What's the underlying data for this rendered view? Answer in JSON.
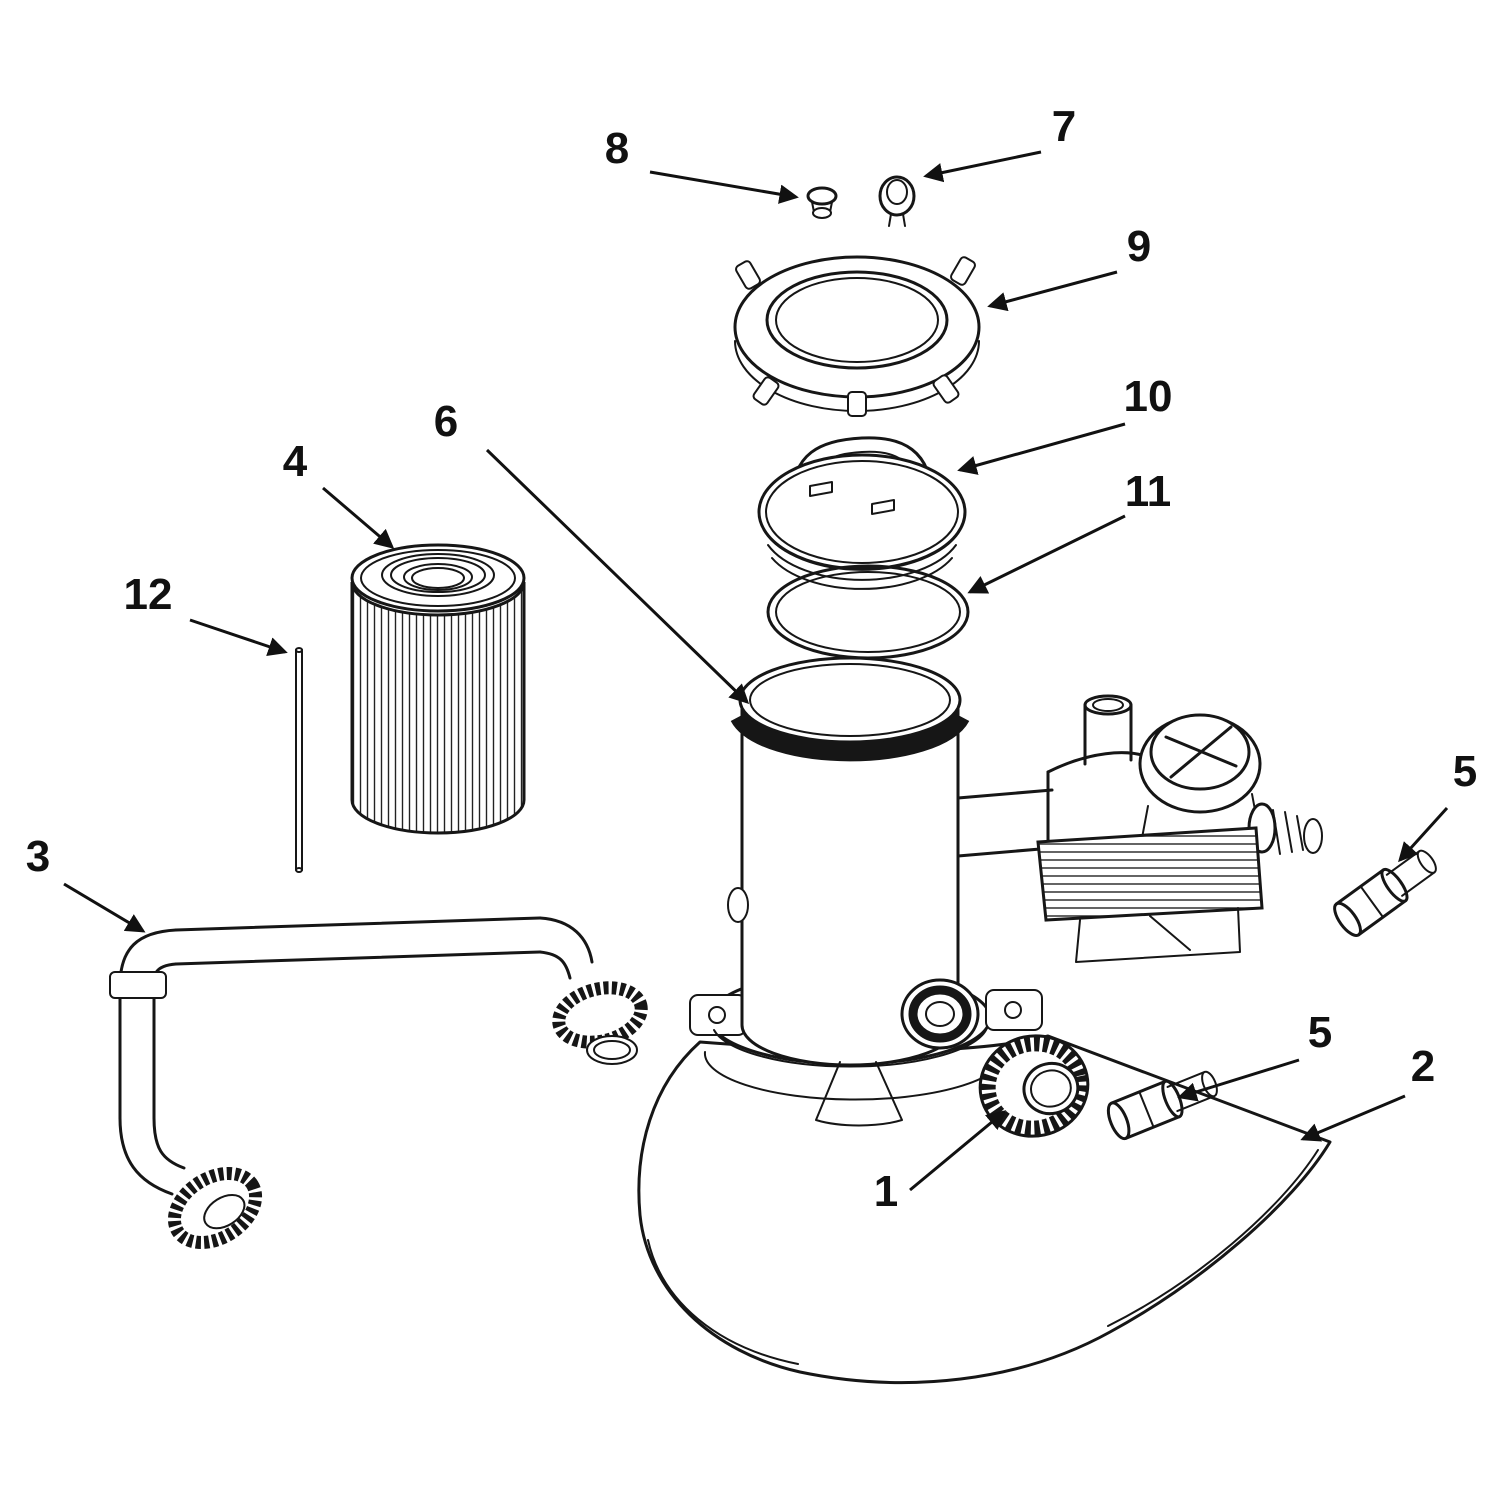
{
  "colors": {
    "ink": "#111111",
    "paper": "#ffffff"
  },
  "callouts": [
    {
      "id": "8",
      "label": "8"
    },
    {
      "id": "7",
      "label": "7"
    },
    {
      "id": "9",
      "label": "9"
    },
    {
      "id": "10",
      "label": "10"
    },
    {
      "id": "11",
      "label": "11"
    },
    {
      "id": "6",
      "label": "6"
    },
    {
      "id": "4",
      "label": "4"
    },
    {
      "id": "12",
      "label": "12"
    },
    {
      "id": "3",
      "label": "3"
    },
    {
      "id": "5a",
      "label": "5"
    },
    {
      "id": "5b",
      "label": "5"
    },
    {
      "id": "1",
      "label": "1"
    },
    {
      "id": "2",
      "label": "2"
    }
  ]
}
